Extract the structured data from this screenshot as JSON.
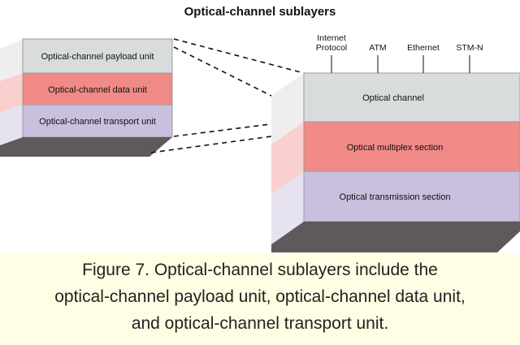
{
  "diagram": {
    "title": "Optical-channel sublayers",
    "left_stack": {
      "layers": [
        {
          "label": "Optical-channel payload unit",
          "color": "#d9dcdd"
        },
        {
          "label": "Optical-channel data unit",
          "color": "#f08a86"
        },
        {
          "label": "Optical-channel transport unit",
          "color": "#c8c0de"
        }
      ]
    },
    "right_stack": {
      "layers": [
        {
          "label": "Optical channel",
          "color": "#d9dcdd"
        },
        {
          "label": "Optical multiplex section",
          "color": "#f08a86"
        },
        {
          "label": "Optical transmission section",
          "color": "#c8c0de"
        }
      ],
      "protocols": [
        {
          "line1": "Internet",
          "line2": "Protocol"
        },
        {
          "line1": "ATM",
          "line2": ""
        },
        {
          "line1": "Ethernet",
          "line2": ""
        },
        {
          "line1": "STM-N",
          "line2": ""
        }
      ]
    }
  },
  "caption": {
    "line1": "Figure 7. Optical-channel sublayers include the",
    "line2": "optical-channel payload unit, optical-channel data unit,",
    "line3": "and optical-channel transport unit."
  }
}
